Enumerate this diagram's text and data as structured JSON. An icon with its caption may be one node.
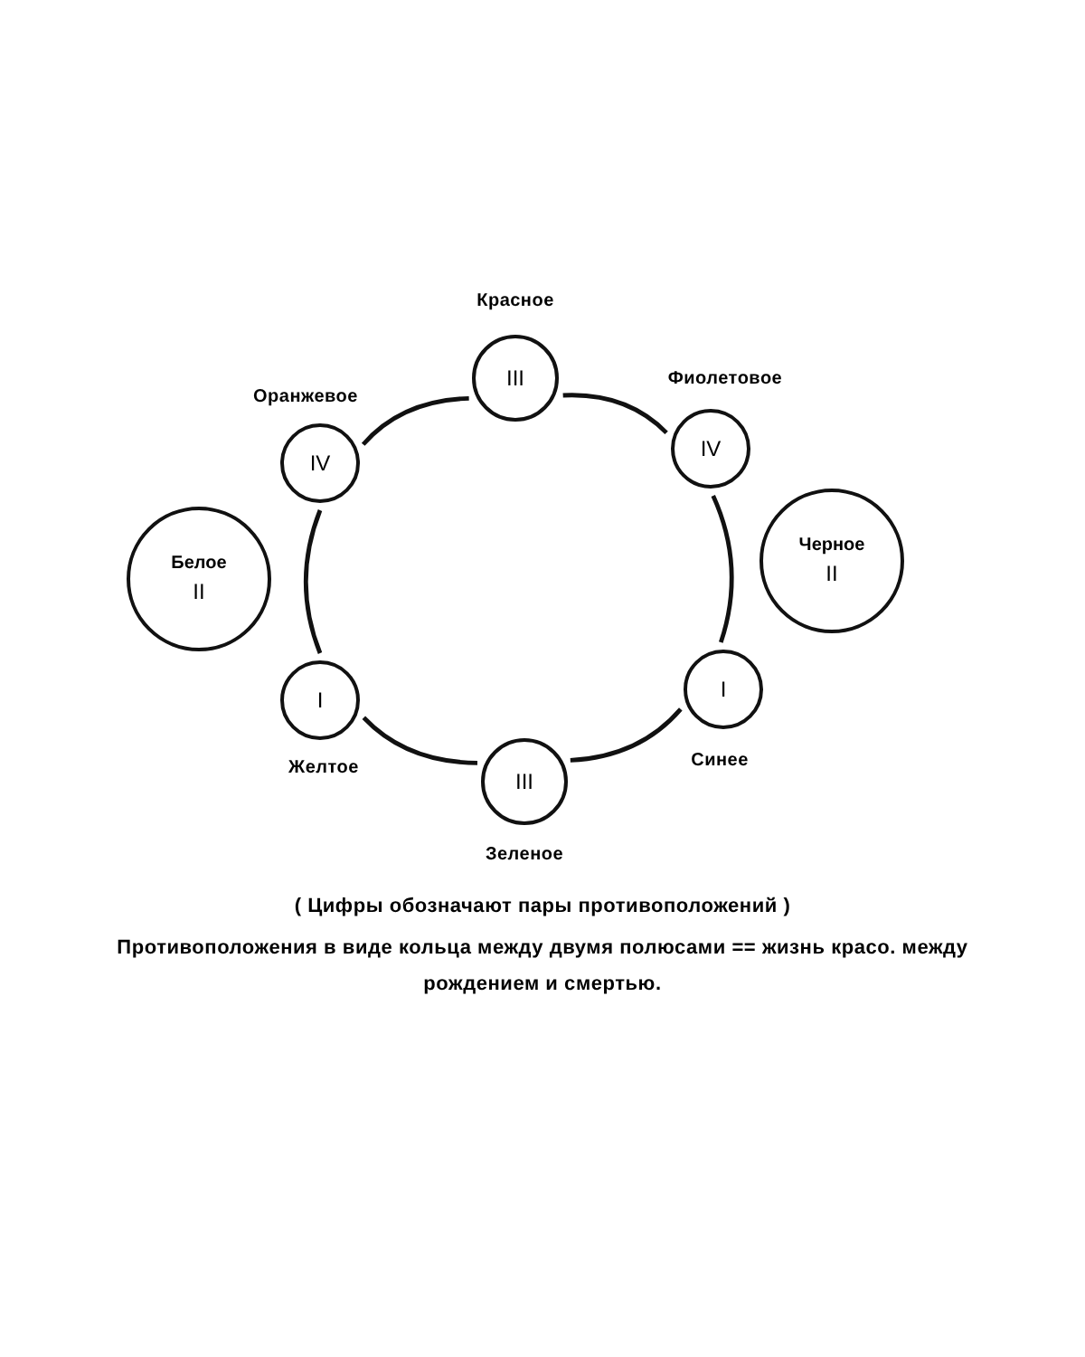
{
  "diagram": {
    "nodes": [
      {
        "text": [
          "Красное",
          "III"
        ]
      },
      {
        "text": [
          "Оранжевое",
          "IV"
        ]
      },
      {
        "text": [
          "Фиолетовое",
          "IV"
        ]
      },
      {
        "text": [
          "Белое",
          "II"
        ]
      },
      {
        "text": [
          "Черное",
          "II"
        ]
      },
      {
        "text": [
          "I",
          "Желтое"
        ]
      },
      {
        "text": [
          "I",
          "Синее"
        ]
      },
      {
        "text": [
          "III",
          "Зеленое"
        ]
      }
    ],
    "edges": [
      {
        "from": 1,
        "to": 0,
        "arrow": "none"
      },
      {
        "from": 0,
        "to": 2,
        "arrow": "none"
      },
      {
        "from": 2,
        "to": 6,
        "arrow": "none"
      },
      {
        "from": 6,
        "to": 7,
        "arrow": "none"
      },
      {
        "from": 7,
        "to": 5,
        "arrow": "none"
      },
      {
        "from": 5,
        "to": 1,
        "arrow": "none"
      }
    ],
    "labels": [
      "( Цифры обозначают пары противоположений )"
    ],
    "caption": "Противоположения в виде кольца между двумя полюсами == жизнь красо. между рождением и смертью."
  }
}
